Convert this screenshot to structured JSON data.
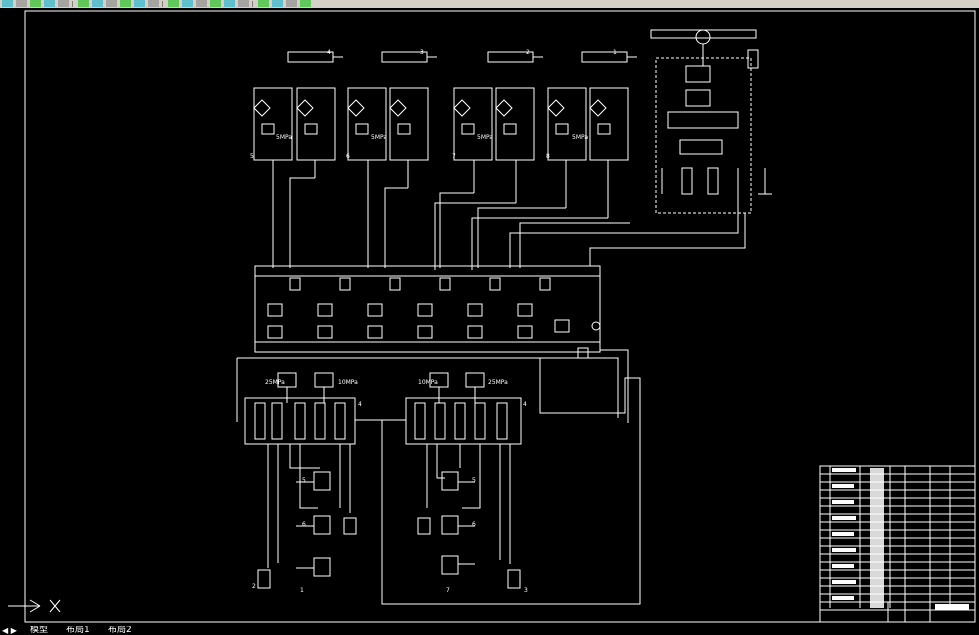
{
  "colors": {
    "background": "#000000",
    "lines": "#ffffff",
    "toolbar": "#d4d0c8",
    "accent_green": "#00c000",
    "accent_red": "#c00000",
    "accent_cyan": "#00b0d0"
  },
  "toolbar": {
    "buttons": [
      "new-icon",
      "open-icon",
      "save-icon",
      "print-icon",
      "preview-icon",
      "cut-icon",
      "copy-icon",
      "paste-icon",
      "match-icon",
      "undo-icon",
      "redo-icon",
      "pan-icon",
      "zoom-icon",
      "zoom-window-icon",
      "zoom-previous-icon",
      "properties-icon",
      "designcenter-icon",
      "toolpalette-icon",
      "calc-icon",
      "markup-icon",
      "help-icon"
    ]
  },
  "drawing": {
    "labels": {
      "cyl1": "4",
      "cyl2": "3",
      "cyl3": "2",
      "cyl4": "1",
      "p1": "5MPa",
      "p2": "5MPa",
      "p3": "5MPa",
      "p4": "5MPa",
      "v1": "5",
      "v2": "6",
      "v3": "7",
      "v4": "8",
      "left_block": "4",
      "right_block": "4",
      "b1": "25MPa",
      "b2": "10MPa",
      "b3": "10MPa",
      "b4": "25MPa",
      "s1": "5",
      "s2": "6",
      "s3": "6",
      "s4": "5",
      "s5": "2",
      "s6": "1",
      "s7": "7",
      "s8": "3"
    }
  },
  "tabs": {
    "model": "模型",
    "layout1": "布局1",
    "layout2": "布局2",
    "nav": "◀ ▶"
  }
}
